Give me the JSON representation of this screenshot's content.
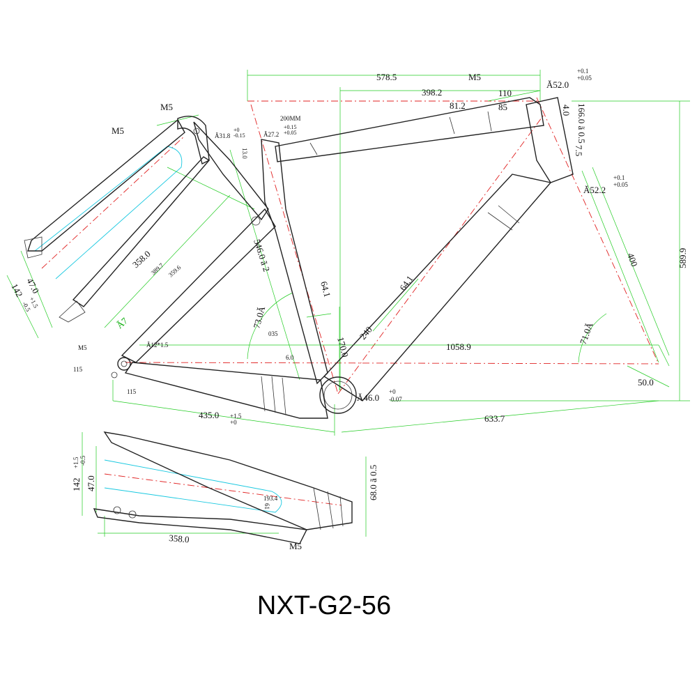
{
  "title": "NXT-G2-56",
  "labels": {
    "top_578": "578.5",
    "top_m5": "M5",
    "top_398": "398.2",
    "top_110": "110",
    "top_a52": "Ă52.0",
    "top_a52_tol_up": "+0.1",
    "top_a52_tol_lo": "+0.05",
    "top_81": "81.2",
    "top_85": "85",
    "ht_4": "4.0",
    "ht_166": "166.0 ã 0.5",
    "ht_75": "7.5",
    "a522": "Ă52.2",
    "a522_tol_up": "+0.1",
    "a522_tol_lo": "+0.05",
    "len_400": "400",
    "len_5899": "589.9",
    "ang_71": "71.0Ă",
    "len_500": "50.0",
    "len_10589": "1058.9",
    "len_6337": "633.7",
    "bb_460": "Ă46.0",
    "bb_tol_up": "+0",
    "bb_tol_lo": "-0.07",
    "cs_435": "435.0",
    "cs_tol_up": "+1.5",
    "cs_tol_lo": "+0",
    "st_546": "546.0 ã 2",
    "st_641a": "64.1",
    "st_641b": "64.1",
    "st_240": "240",
    "st_170": "170.0",
    "ang_73": "73.0Ă",
    "val_035": "035",
    "val_60": "6.0",
    "mm_200": "200MM",
    "a318": "Ă31.8",
    "a318_tol_up": "+0",
    "a318_tol_lo": "-0.15",
    "a272": "Ă27.2",
    "a272_tol_up": "+0.15",
    "a272_tol_lo": "+0.05",
    "val_130": "13.0",
    "fork_m5_a": "M5",
    "fork_m5_b": "M5",
    "fork_358": "358.0",
    "fork_3897": "389.7",
    "fork_3596": "359.6",
    "fork_47": "47.0",
    "fork_142": "142",
    "fork_tol_up": "+1.5",
    "fork_tol_lo": "-0.5",
    "a7": "Ă7",
    "m5_left": "M5",
    "axle_12": "Ă12*1.5",
    "val_115a": "115",
    "val_115b": "115",
    "rear_142": "142",
    "rear_tol_up": "+1.5",
    "rear_tol_lo": "-0.5",
    "rear_47": "47.0",
    "rear_358": "358.0",
    "rear_680": "68.0 ã 0.5",
    "rear_1934": "193.4",
    "rear_61": "61",
    "rear_m5": "M5"
  }
}
